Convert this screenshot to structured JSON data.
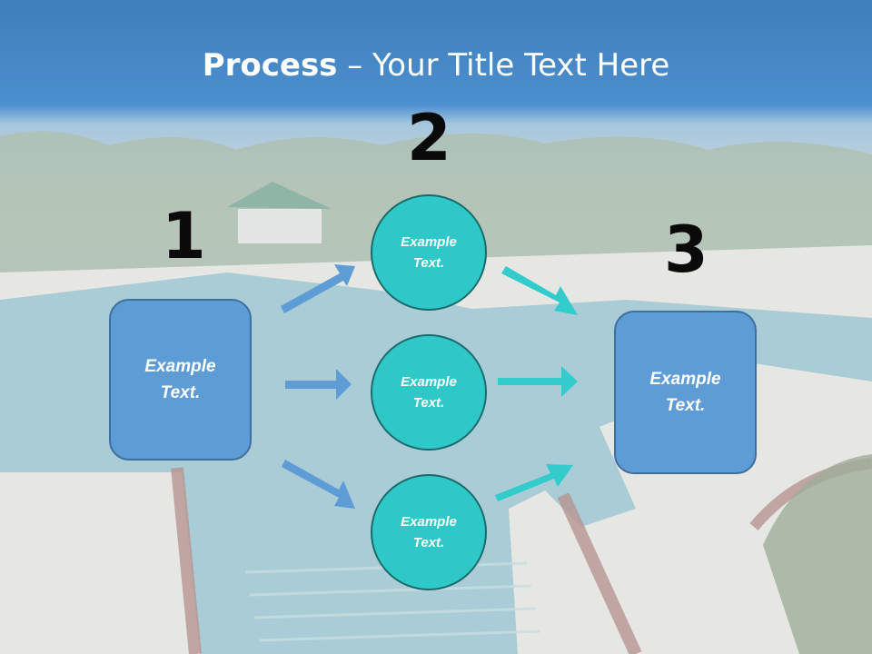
{
  "title": {
    "bold": "Process",
    "rest": " – Your Title Text Here"
  },
  "steps": {
    "num1": "1",
    "num2": "2",
    "num3": "3",
    "left_box": {
      "line1": "Example",
      "line2": "Text."
    },
    "right_box": {
      "line1": "Example",
      "line2": "Text."
    },
    "circles": [
      {
        "line1": "Example",
        "line2": "Text."
      },
      {
        "line1": "Example",
        "line2": "Text."
      },
      {
        "line1": "Example",
        "line2": "Text."
      }
    ]
  },
  "colors": {
    "box_fill": "#5e9cd6",
    "circle_fill": "#2ec8c8",
    "arrow_blue": "#5e9cd6",
    "arrow_teal": "#33cccc",
    "header_blue": "#4a8ccc"
  }
}
